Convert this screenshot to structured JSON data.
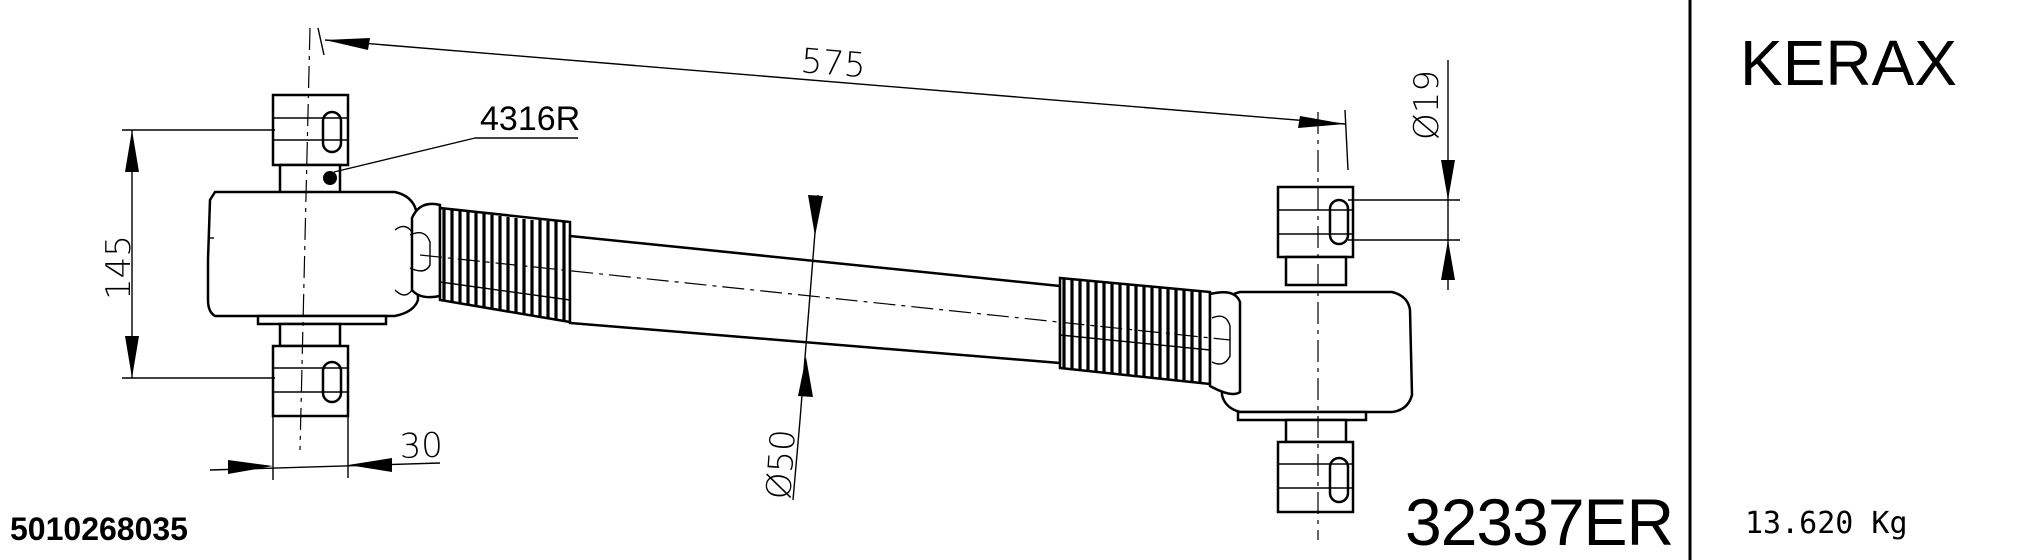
{
  "drawing": {
    "brand": "KERAX",
    "part_number": "32337ER",
    "reference_code": "5010268035",
    "weight": "13.620 Kg",
    "component_label": "4316R",
    "dimensions": {
      "length": "575",
      "height": "145",
      "bolt_diameter": "Ø19",
      "tube_diameter": "Ø50",
      "offset": "30"
    }
  }
}
